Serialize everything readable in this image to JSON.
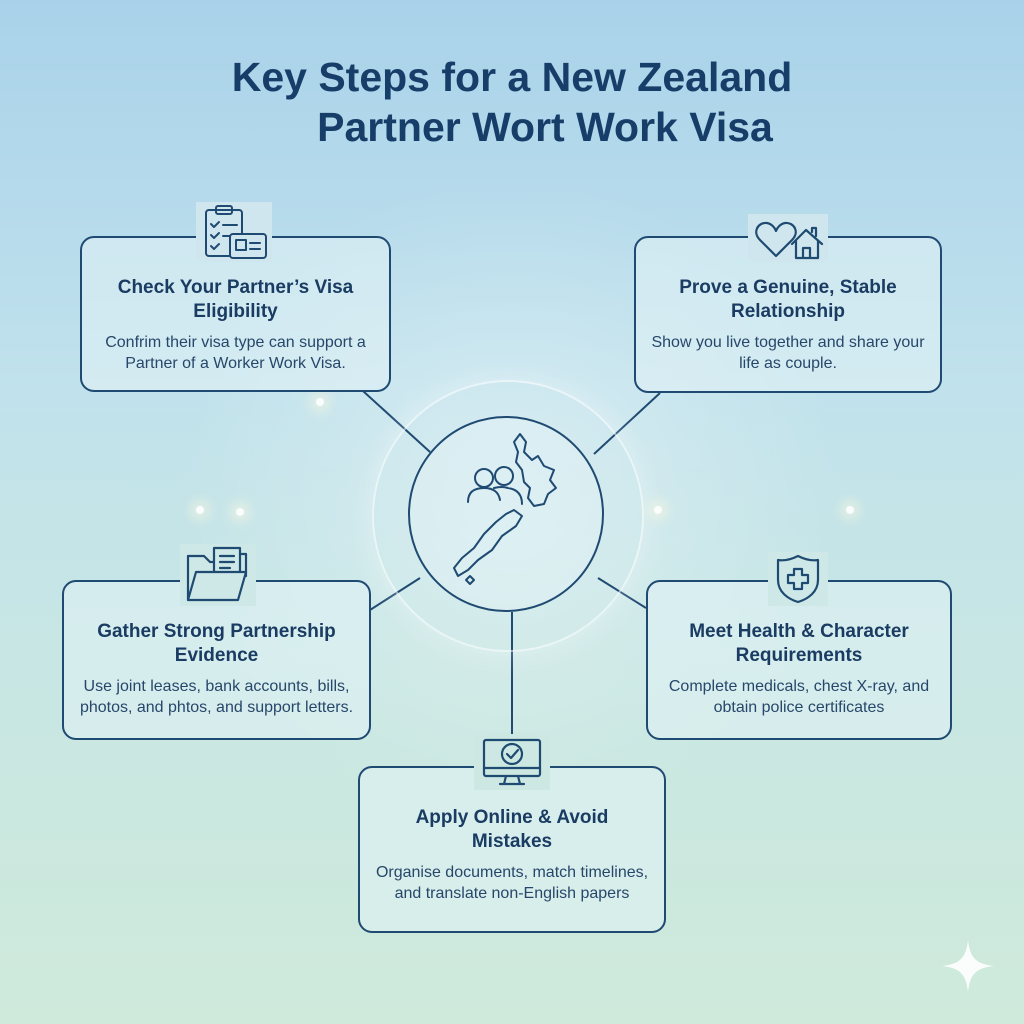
{
  "title": {
    "line1": "Key Steps for a New Zealand",
    "line2": "Partner Wort Work Visa"
  },
  "steps": [
    {
      "title": "Check Your Partner’s Visa Eligibility",
      "text": "Confrim their visa type can support a Partner of a Worker Work Visa.",
      "icon": "checklist-clipboard-icon"
    },
    {
      "title": "Prove a Genuine, Stable Relationship",
      "text": "Show you live together and share your life as couple.",
      "icon": "heart-house-icon"
    },
    {
      "title": "Gather Strong Partnership Evidence",
      "text": "Use joint leases, bank accounts, bills, photos, and phtos, and support letters.",
      "icon": "folder-documents-icon"
    },
    {
      "title": "Meet Health & Character Requirements",
      "text": "Complete medicals, chest X-ray, and obtain police certificates",
      "icon": "medical-shield-icon"
    },
    {
      "title": "Apply Online & Avoid Mistakes",
      "text": "Organise documents, match timelines, and translate non-English papers",
      "icon": "computer-check-icon"
    }
  ],
  "hub": {
    "icon": "new-zealand-map-people-icon"
  },
  "colors": {
    "primary": "#1f4a72",
    "title": "#173e69",
    "background_top": "#a9d2ea",
    "background_bottom": "#cfeadb"
  }
}
